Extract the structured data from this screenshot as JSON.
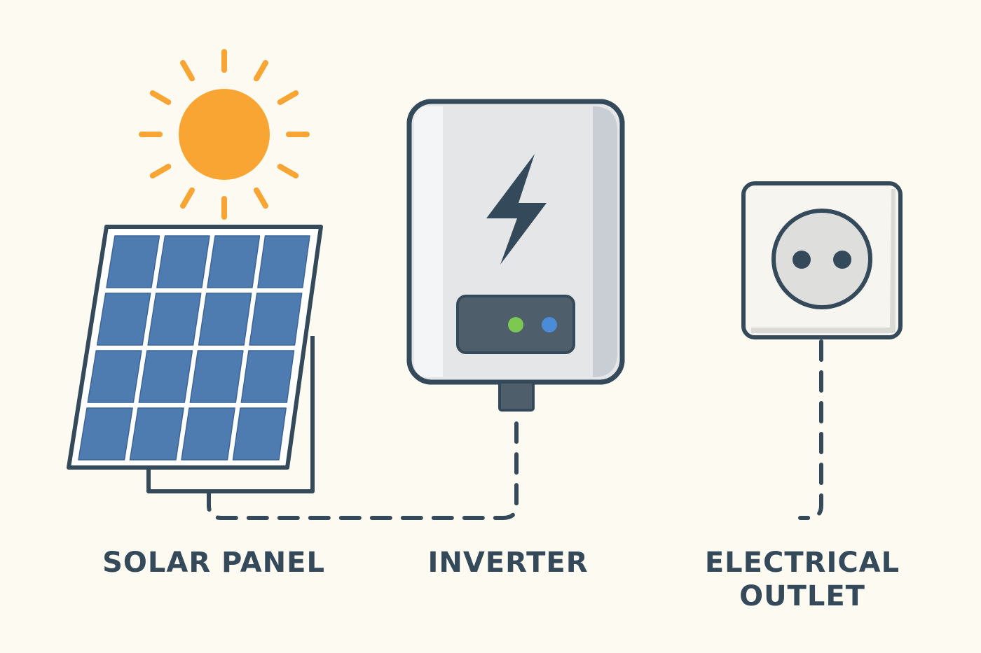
{
  "labels": {
    "solar_panel": "SOLAR PANEL",
    "inverter": "INVERTER",
    "outlet_line1": "ELECTRICAL",
    "outlet_line2": "OUTLET"
  },
  "colors": {
    "background": "#FDFBF1",
    "outline": "#344A5A",
    "sun": "#F8A534",
    "panel_cell": "#4E7BB0",
    "inverter_body": "#E4E6E8",
    "inverter_shade": "#C9CED4",
    "led_green": "#7BC950",
    "led_blue": "#4A8CD8",
    "outlet_face": "#DEDEDC"
  },
  "icons": [
    "sun-icon",
    "solar-panel-icon",
    "inverter-icon",
    "lightning-bolt-icon",
    "electrical-outlet-icon"
  ]
}
